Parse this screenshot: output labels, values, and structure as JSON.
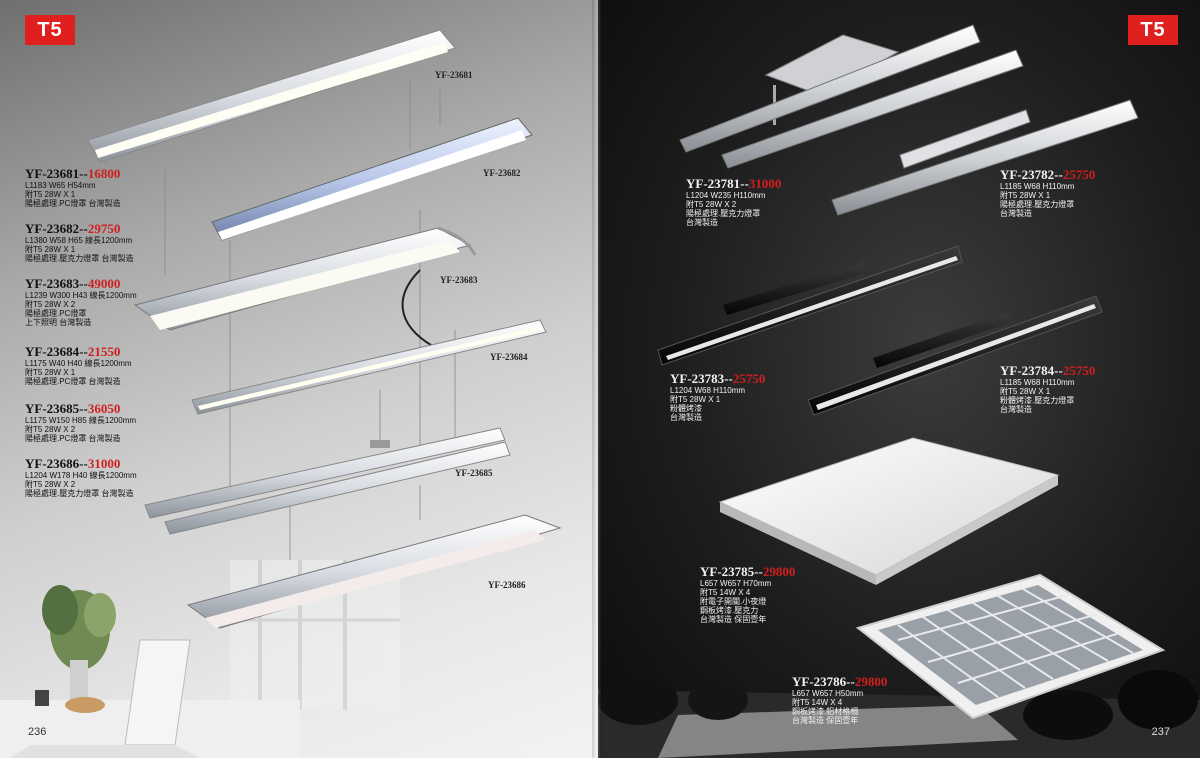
{
  "badges": {
    "left": "T5",
    "right": "T5"
  },
  "page_numbers": {
    "left": "236",
    "right": "237"
  },
  "fixture_labels": [
    {
      "code": "YF-23681"
    },
    {
      "code": "YF-23682"
    },
    {
      "code": "YF-23683"
    },
    {
      "code": "YF-23684"
    },
    {
      "code": "YF-23685"
    },
    {
      "code": "YF-23686"
    }
  ],
  "left_products": [
    {
      "model": "YF-23681--",
      "price": "16800",
      "specs": [
        "L1183  W65  H54mm",
        "附T5  28W X 1",
        "陽極處理.PC燈罩   台灣製造"
      ]
    },
    {
      "model": "YF-23682--",
      "price": "29750",
      "specs": [
        "L1380  W58  H65  線長1200mm",
        "附T5  28W X 1",
        "陽極處理.壓克力燈罩   台灣製造"
      ]
    },
    {
      "model": "YF-23683--",
      "price": "49000",
      "specs": [
        "L1239  W300  H43  線長1200mm",
        "附T5  28W X 2",
        "陽極處理.PC燈罩",
        "上下照明   台灣製造"
      ]
    },
    {
      "model": "YF-23684--",
      "price": "21550",
      "specs": [
        "L1175  W40  H40  線長1200mm",
        "附T5  28W X 1",
        "陽極處理.PC燈罩   台灣製造"
      ]
    },
    {
      "model": "YF-23685--",
      "price": "36050",
      "specs": [
        "L1175  W150  H85  線長1200mm",
        "附T5  28W X 2",
        "陽極處理.PC燈罩   台灣製造"
      ]
    },
    {
      "model": "YF-23686--",
      "price": "31000",
      "specs": [
        "L1204  W178  H40  線長1200mm",
        "附T5  28W X 2",
        "陽極處理.壓克力燈罩   台灣製造"
      ]
    }
  ],
  "right_products": [
    {
      "model": "YF-23781--",
      "price": "31000",
      "specs": [
        "L1204  W235  H110mm",
        "附T5  28W X 2",
        "陽極處理.壓克力燈罩",
        "台灣製造"
      ]
    },
    {
      "model": "YF-23782--",
      "price": "25750",
      "specs": [
        "L1185  W68  H110mm",
        "附T5  28W X 1",
        "陽極處理.壓克力燈罩",
        "台灣製造"
      ]
    },
    {
      "model": "YF-23783--",
      "price": "25750",
      "specs": [
        "L1204  W68  H110mm",
        "附T5  28W X 1",
        "粉體烤漆",
        "台灣製造"
      ]
    },
    {
      "model": "YF-23784--",
      "price": "25750",
      "specs": [
        "L1185  W68  H110mm",
        "附T5  28W X 1",
        "粉體烤漆.壓克力燈罩",
        "台灣製造"
      ]
    },
    {
      "model": "YF-23785--",
      "price": "29800",
      "specs": [
        "L657  W657  H70mm",
        "附T5  14W X 4",
        "附電子開關.小夜燈",
        "鋼板烤漆.壓克力",
        "台灣製造   保固壹年"
      ]
    },
    {
      "model": "YF-23786--",
      "price": "29800",
      "specs": [
        "L657  W657  H50mm",
        "附T5  14W X 4",
        "鋼板烤漆.鋁材格柵",
        "台灣製造   保固壹年"
      ]
    }
  ],
  "colors": {
    "badge": "#e01f1f",
    "price": "#d11f1f",
    "left_text": "#111111",
    "right_text": "#f2f2f2"
  }
}
